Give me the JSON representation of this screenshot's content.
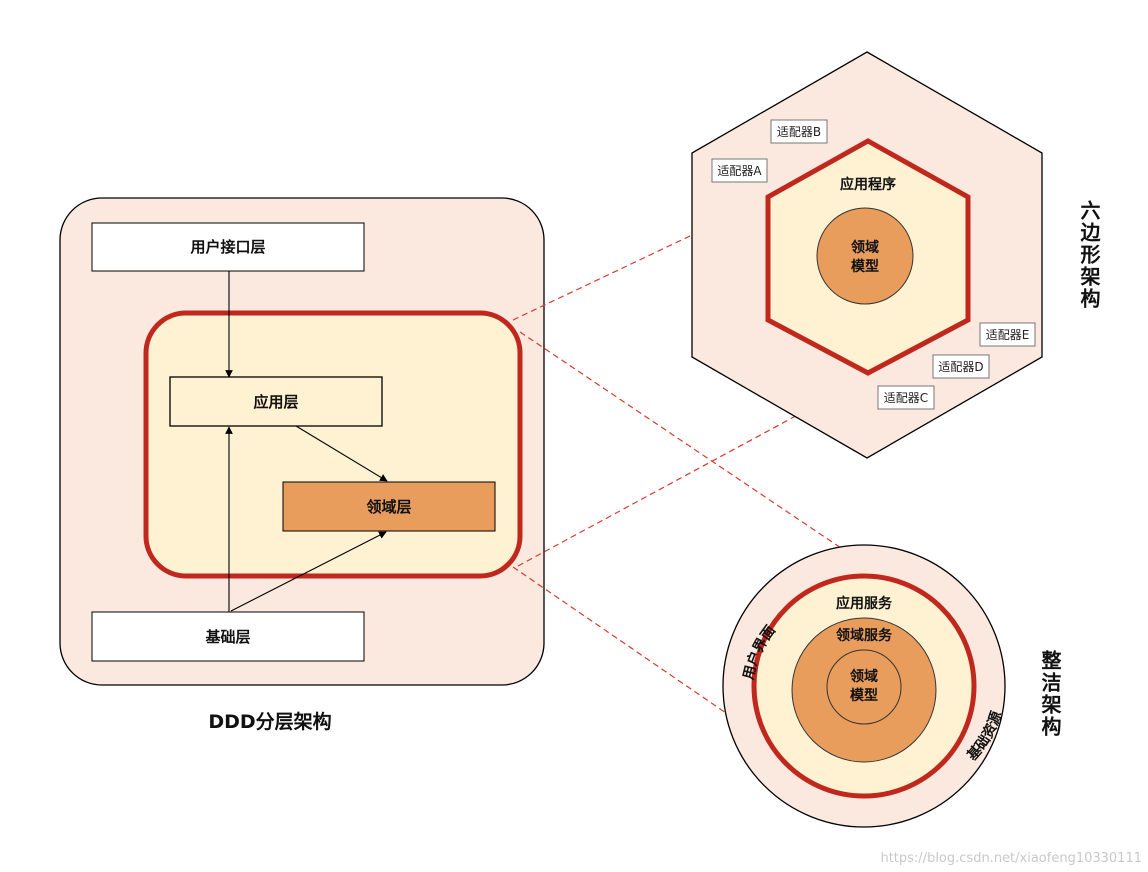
{
  "ddd": {
    "title": "DDD分层架构",
    "user_interface_layer": "用户接口层",
    "application_layer": "应用层",
    "domain_layer": "领域层",
    "infrastructure_layer": "基础层"
  },
  "hexagonal": {
    "title": "六边形架构",
    "application": "应用程序",
    "domain_model_line1": "领域",
    "domain_model_line2": "模型",
    "adapters": [
      "适配器A",
      "适配器B",
      "适配器C",
      "适配器D",
      "适配器E"
    ]
  },
  "clean": {
    "title": "整洁架构",
    "user_interface": "用户界面",
    "application_services": "应用服务",
    "domain_services": "领域服务",
    "domain_model_line1": "领域",
    "domain_model_line2": "模型",
    "infrastructure": "基础资源"
  },
  "watermark": "https://blog.csdn.net/xiaofeng10330111",
  "colors": {
    "outer_fill": "#fbe9df",
    "inner_fill": "#fff2d3",
    "domain_fill": "#e89d5d",
    "red_border": "#c0281e",
    "dashed_line": "#d83a2e"
  }
}
